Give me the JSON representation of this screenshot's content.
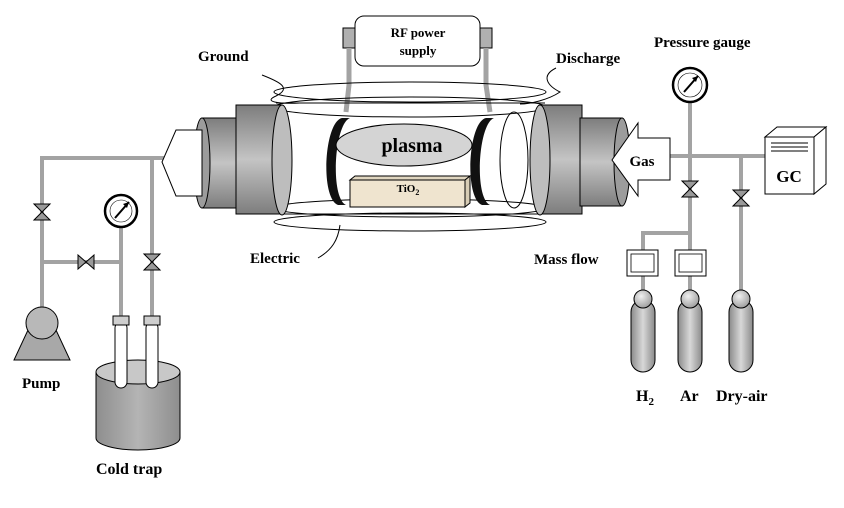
{
  "labels": {
    "rf_power_line1": "RF power",
    "rf_power_line2": "supply",
    "ground": "Ground",
    "discharge": "Discharge",
    "pressure_gauge": "Pressure gauge",
    "plasma": "plasma",
    "tio2_main": "TiO",
    "tio2_sub": "2",
    "gas": "Gas",
    "gc": "GC",
    "electric": "Electric",
    "mass_flow": "Mass flow",
    "pump": "Pump",
    "cold_trap": "Cold trap",
    "h2_main": "H",
    "h2_sub": "2",
    "ar": "Ar",
    "dry_air": "Dry-air"
  },
  "colors": {
    "pipe": "#a3a3a3",
    "dark_gray": "#8a8a8a",
    "mid_gray": "#b0b0b0",
    "light_gray": "#d0d0d0",
    "outline": "#000000",
    "tio2_fill": "#efe4cf"
  },
  "icons": [
    "valve-icon",
    "pressure-gauge-icon",
    "pump-icon",
    "gas-cylinder-icon",
    "mass-flow-controller-icon",
    "gc-instrument-icon"
  ]
}
